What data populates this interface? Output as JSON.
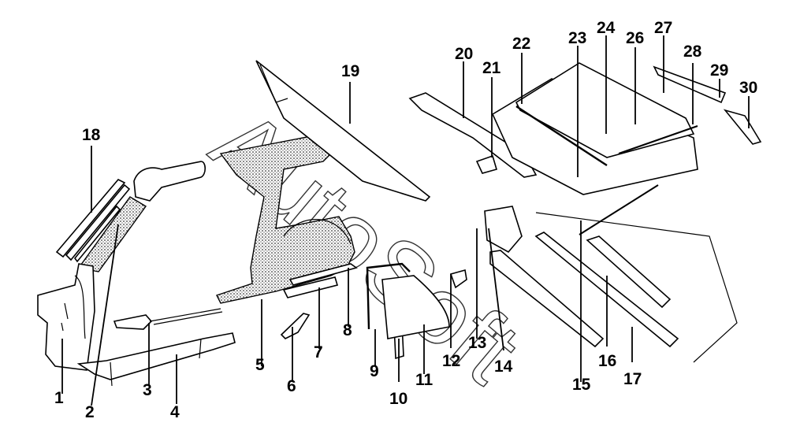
{
  "diagram": {
    "type": "exploded-parts-diagram",
    "subject": "Vehicle body side, roof and sunroof components",
    "watermark": "AutoSoft",
    "colors": {
      "line": "#000000",
      "background": "#ffffff"
    },
    "callouts": [
      {
        "id": "1",
        "label": "1"
      },
      {
        "id": "2",
        "label": "2"
      },
      {
        "id": "3",
        "label": "3"
      },
      {
        "id": "4",
        "label": "4"
      },
      {
        "id": "5",
        "label": "5"
      },
      {
        "id": "6",
        "label": "6"
      },
      {
        "id": "7",
        "label": "7"
      },
      {
        "id": "8",
        "label": "8"
      },
      {
        "id": "9",
        "label": "9"
      },
      {
        "id": "10",
        "label": "10"
      },
      {
        "id": "11",
        "label": "11"
      },
      {
        "id": "12",
        "label": "12"
      },
      {
        "id": "13",
        "label": "13"
      },
      {
        "id": "14",
        "label": "14"
      },
      {
        "id": "15",
        "label": "15"
      },
      {
        "id": "16",
        "label": "16"
      },
      {
        "id": "17",
        "label": "17"
      },
      {
        "id": "18",
        "label": "18"
      },
      {
        "id": "19",
        "label": "19"
      },
      {
        "id": "20",
        "label": "20"
      },
      {
        "id": "21",
        "label": "21"
      },
      {
        "id": "22",
        "label": "22"
      },
      {
        "id": "23",
        "label": "23"
      },
      {
        "id": "24",
        "label": "24"
      },
      {
        "id": "26",
        "label": "26"
      },
      {
        "id": "27",
        "label": "27"
      },
      {
        "id": "28",
        "label": "28"
      },
      {
        "id": "29",
        "label": "29"
      },
      {
        "id": "30",
        "label": "30"
      }
    ]
  }
}
